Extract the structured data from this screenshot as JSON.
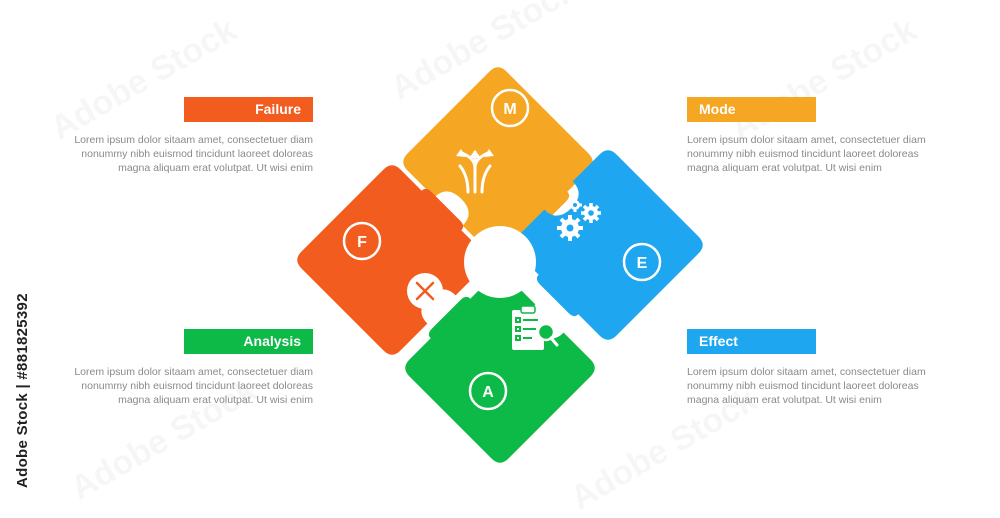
{
  "diagram": {
    "pieces": [
      {
        "key": "M",
        "letter": "M",
        "color": "#F5A623",
        "icon": "split-arrows-icon"
      },
      {
        "key": "E",
        "letter": "E",
        "color": "#1EA7F0",
        "icon": "gears-icon"
      },
      {
        "key": "A",
        "letter": "A",
        "color": "#0DBA48",
        "icon": "clipboard-search-icon"
      },
      {
        "key": "F",
        "letter": "F",
        "color": "#F25C1F",
        "icon": "cross-circle-icon"
      }
    ]
  },
  "items": {
    "failure": {
      "title": "Failure",
      "color": "#F25C1F",
      "lines": [
        "Lorem ipsum dolor sitaam amet, consectetuer diam",
        "nonummy  nibh euismod tincidunt laoreet doloreas",
        "magna aliquam erat volutpat. Ut wisi enim"
      ]
    },
    "mode": {
      "title": "Mode",
      "color": "#F5A623",
      "lines": [
        "Lorem ipsum dolor sitaam amet, consectetuer diam",
        "nonummy  nibh euismod tincidunt laoreet doloreas",
        "magna aliquam erat volutpat. Ut wisi enim"
      ]
    },
    "analysis": {
      "title": "Analysis",
      "color": "#0DBA48",
      "lines": [
        "Lorem ipsum dolor sitaam amet, consectetuer diam",
        "nonummy  nibh euismod tincidunt laoreet doloreas",
        "magna aliquam erat volutpat. Ut wisi enim"
      ]
    },
    "effect": {
      "title": "Effect",
      "color": "#1EA7F0",
      "lines": [
        "Lorem ipsum dolor sitaam amet, consectetuer diam",
        "nonummy  nibh euismod tincidunt laoreet doloreas",
        "magna aliquam erat volutpat. Ut wisi enim"
      ]
    }
  },
  "watermark": {
    "side_text": "Adobe Stock | #881825392",
    "text": "Adobe Stock"
  }
}
